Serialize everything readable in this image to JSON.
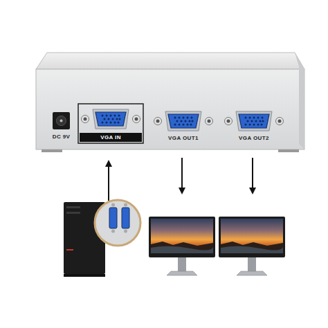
{
  "diagram": {
    "nodes": [
      {
        "text": [
          "DC 9V"
        ]
      },
      {
        "text": [
          "VGA IN"
        ]
      },
      {
        "text": [
          "VGA OUT1"
        ]
      },
      {
        "text": [
          "VGA OUT2"
        ]
      }
    ]
  }
}
